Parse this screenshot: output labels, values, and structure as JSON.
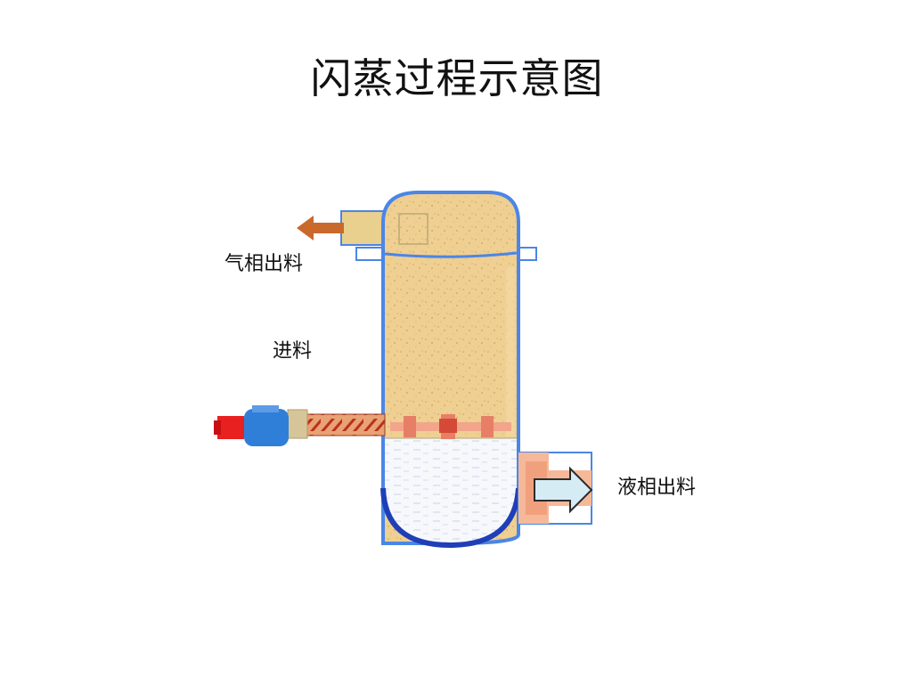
{
  "title": "闪蒸过程示意图",
  "labels": {
    "vapor_outlet": "气相出料",
    "feed": "进料",
    "liquid_outlet": "液相出料"
  },
  "colors": {
    "vessel_outline": "#4b86e6",
    "vapor_fill": "#efcf92",
    "liquid_fill": "#f4f6fb",
    "bottom_head": "#1e3fb8",
    "feed_pipe": "#c8462e",
    "pump_body": "#2f7fd8",
    "pump_motor": "#e82020",
    "outlet_box": "#f5b99a",
    "liquid_arrow": "#d6ecf5",
    "vapor_arrow": "#c9692c"
  }
}
